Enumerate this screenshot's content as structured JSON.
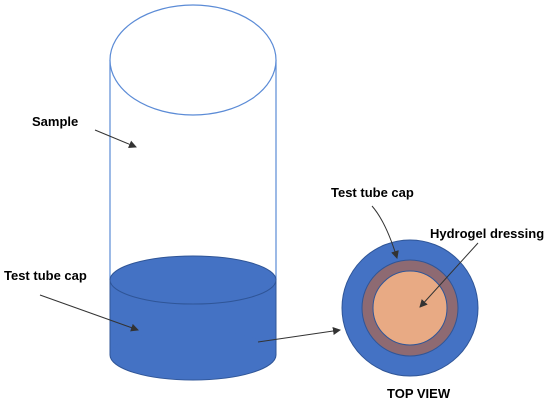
{
  "labels": {
    "sample": "Sample",
    "cap_left": "Test tube cap",
    "cap_right": "Test tube cap",
    "hydrogel": "Hydrogel dressing",
    "top_view": "TOP VIEW"
  },
  "colors": {
    "tube_outline": "#5B8BD6",
    "cap_fill": "#4472C4",
    "cap_stroke": "#2F5597",
    "ring": "#8E6A72",
    "dressing": "#E8AA84",
    "arrow": "#333333"
  }
}
